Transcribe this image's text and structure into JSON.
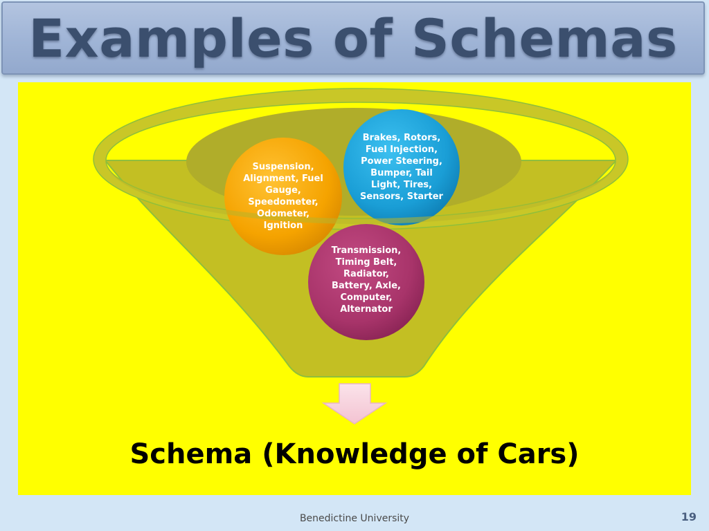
{
  "title": "Examples of Schemas",
  "circles": [
    {
      "text": "Suspension, Alignment, Fuel Gauge, Speedometer, Odometer, Ignition",
      "color": "#f5a300"
    },
    {
      "text": "Brakes, Rotors, Fuel Injection, Power Steering, Bumper, Tail Light, Tires, Sensors, Starter",
      "color": "#1a9ed6"
    },
    {
      "text": "Transmission, Timing Belt, Radiator, Battery, Axle, Computer, Alternator",
      "color": "#a8346a"
    }
  ],
  "schema_label": "Schema (Knowledge of Cars)",
  "footer": "Benedictine University",
  "page_number": "19",
  "colors": {
    "background": "#d3e6f6",
    "panel": "#ffff00",
    "funnel": "#b8b429",
    "title_text": "#3b4f6e",
    "arrow": "#f7d0dc"
  }
}
